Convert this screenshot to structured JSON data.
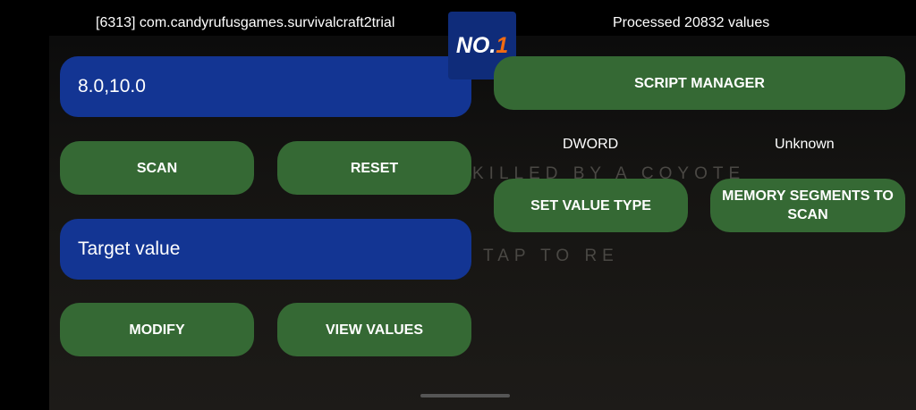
{
  "header": {
    "process": "[6313] com.candyrufusgames.survivalcraft2trial",
    "status": "Processed 20832 values"
  },
  "logo": {
    "text_main": "NO.",
    "text_accent": "1"
  },
  "background": {
    "line1": "KILLED BY A COYOTE",
    "line2": "TAP TO RE"
  },
  "search_input": {
    "value": "8.0,10.0"
  },
  "target_input": {
    "placeholder": "Target value"
  },
  "buttons": {
    "scan": "SCAN",
    "reset": "RESET",
    "modify": "MODIFY",
    "view_values": "VIEW VALUES",
    "script_manager": "SCRIPT MANAGER",
    "set_value_type": "SET VALUE TYPE",
    "memory_segments": "MEMORY SEGMENTS TO SCAN"
  },
  "labels": {
    "value_type": "DWORD",
    "memory_segments": "Unknown"
  }
}
